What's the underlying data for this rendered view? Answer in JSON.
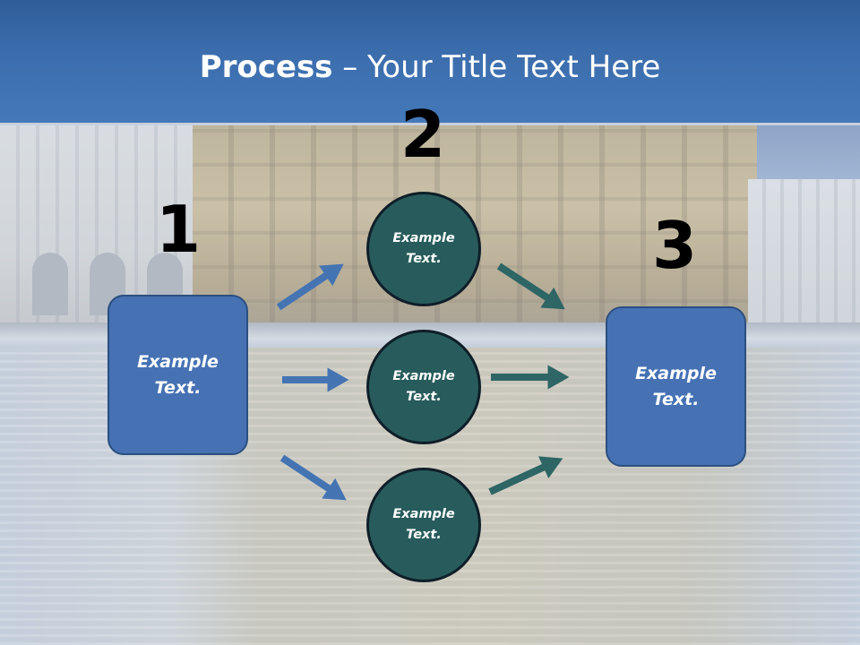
{
  "title": {
    "bold": "Process",
    "rest": " – Your Title Text Here"
  },
  "steps": {
    "one": "1",
    "two": "2",
    "three": "3"
  },
  "input_box": {
    "label": "Example Text."
  },
  "circles": [
    {
      "label": "Example Text."
    },
    {
      "label": "Example Text."
    },
    {
      "label": "Example Text."
    }
  ],
  "output_box": {
    "label": "Example Text."
  },
  "colors": {
    "title_bar": "#3c6eae",
    "box_fill": "#4672b4",
    "box_border": "#2c4f7f",
    "circle_fill": "#285c5c",
    "circle_border": "#0f1e28",
    "arrow_blue": "#4574b2",
    "arrow_teal": "#2e6565",
    "title_text": "#ffffff",
    "number_text": "#000000"
  },
  "icons": {
    "arrow": "arrow-icon"
  }
}
